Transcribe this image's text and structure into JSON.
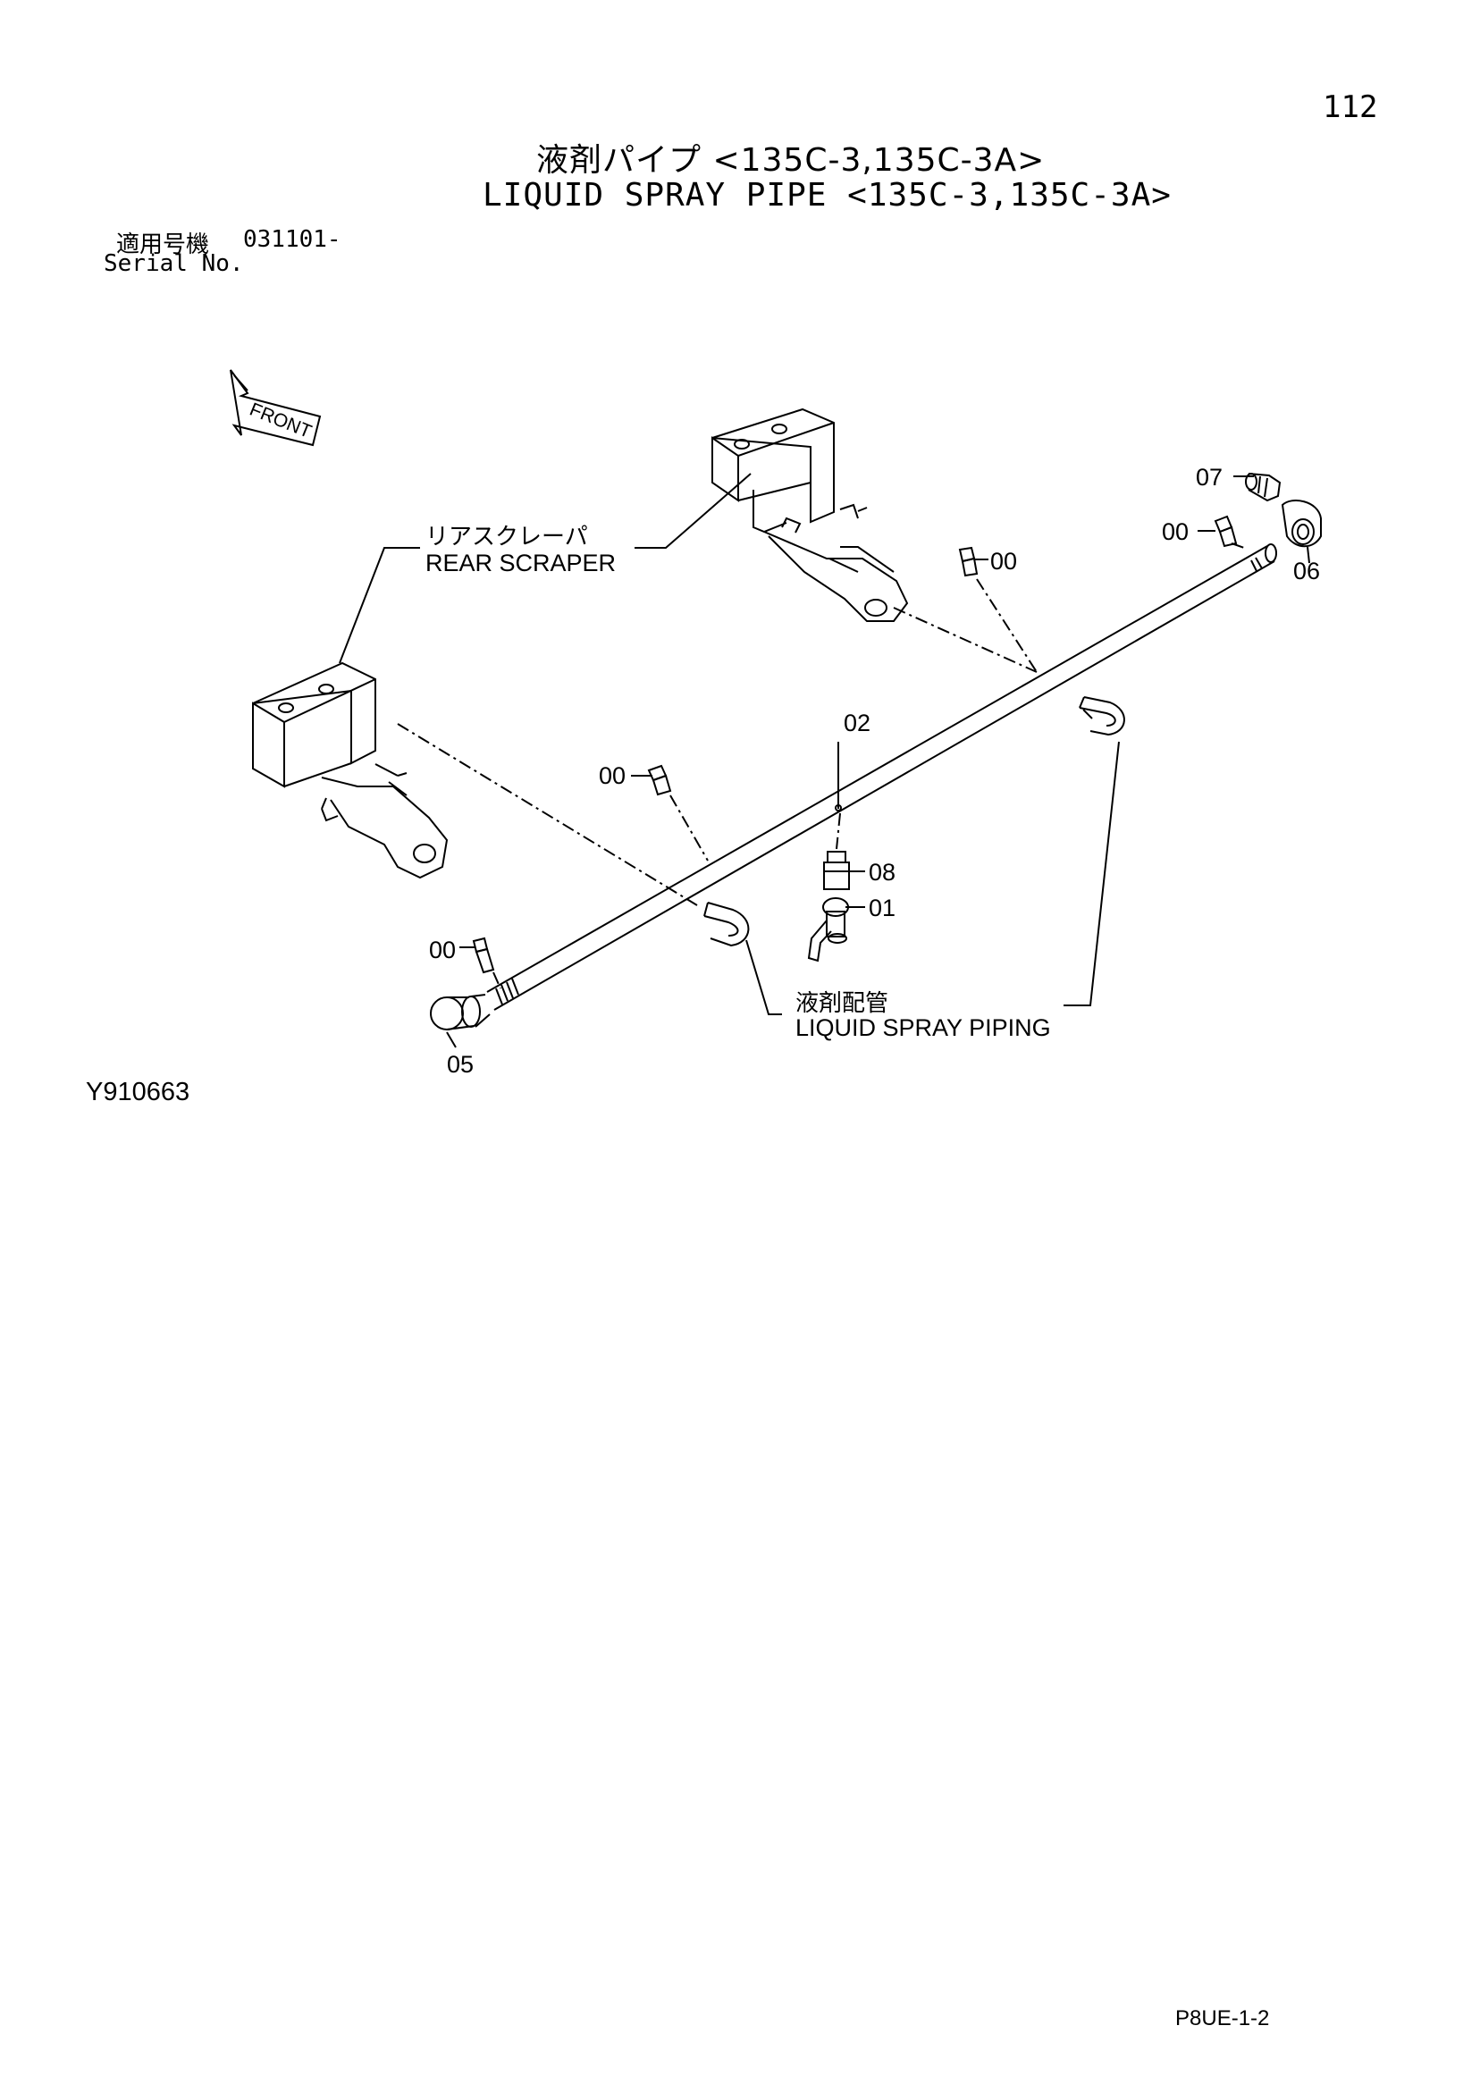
{
  "page_number": "112",
  "title": {
    "japanese": "液剤パイプ <135C-3,135C-3A>",
    "english": "LIQUID SPRAY PIPE <135C-3,135C-3A>"
  },
  "serial": {
    "label_jp": "適用号機",
    "value": "031101-",
    "label_en": "Serial No."
  },
  "front_arrow_label": "FRONT",
  "callouts": {
    "rear_scraper_jp": "リアスクレーパ",
    "rear_scraper_en": "REAR SCRAPER",
    "spray_piping_jp": "液剤配管",
    "spray_piping_en": "LIQUID SPRAY PIPING"
  },
  "part_numbers": {
    "p07": "07",
    "p00_top_right": "00",
    "p06": "06",
    "p00_top_mid": "00",
    "p02": "02",
    "p00_left": "00",
    "p08": "08",
    "p01": "01",
    "p00_bottom": "00",
    "p05": "05"
  },
  "figure_number": "Y910663",
  "page_code": "P8UE-1-2"
}
